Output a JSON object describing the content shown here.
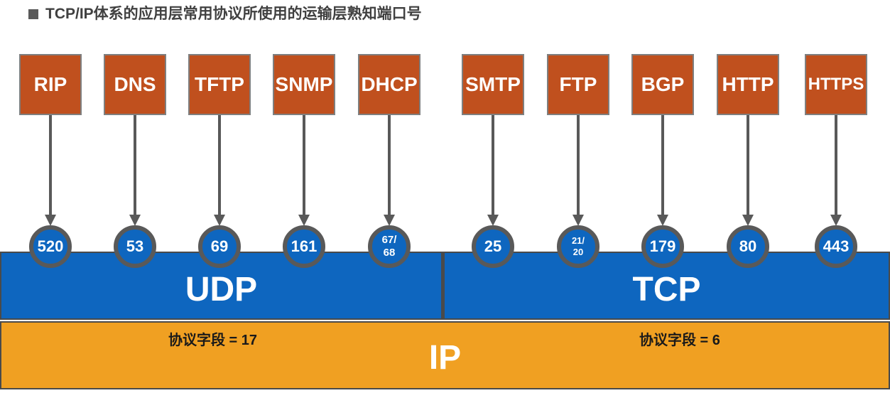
{
  "title": "TCP/IP体系的应用层常用协议所使用的运输层熟知端口号",
  "udp": {
    "label": "UDP",
    "protocol_field": "协议字段 = 17",
    "protocols": [
      {
        "name": "RIP",
        "port": "520"
      },
      {
        "name": "DNS",
        "port": "53"
      },
      {
        "name": "TFTP",
        "port": "69"
      },
      {
        "name": "SNMP",
        "port": "161"
      },
      {
        "name": "DHCP",
        "port": "67/\n68"
      }
    ]
  },
  "tcp": {
    "label": "TCP",
    "protocol_field": "协议字段 = 6",
    "protocols": [
      {
        "name": "SMTP",
        "port": "25"
      },
      {
        "name": "FTP",
        "port": "21/\n20"
      },
      {
        "name": "BGP",
        "port": "179"
      },
      {
        "name": "HTTP",
        "port": "80"
      },
      {
        "name": "HTTPS",
        "port": "443"
      }
    ]
  },
  "ip": {
    "label": "IP"
  },
  "colors": {
    "protocol_box": "#c0501e",
    "transport_bar": "#0e66bf",
    "ip_bar": "#f0a022",
    "arrow": "#595959"
  }
}
